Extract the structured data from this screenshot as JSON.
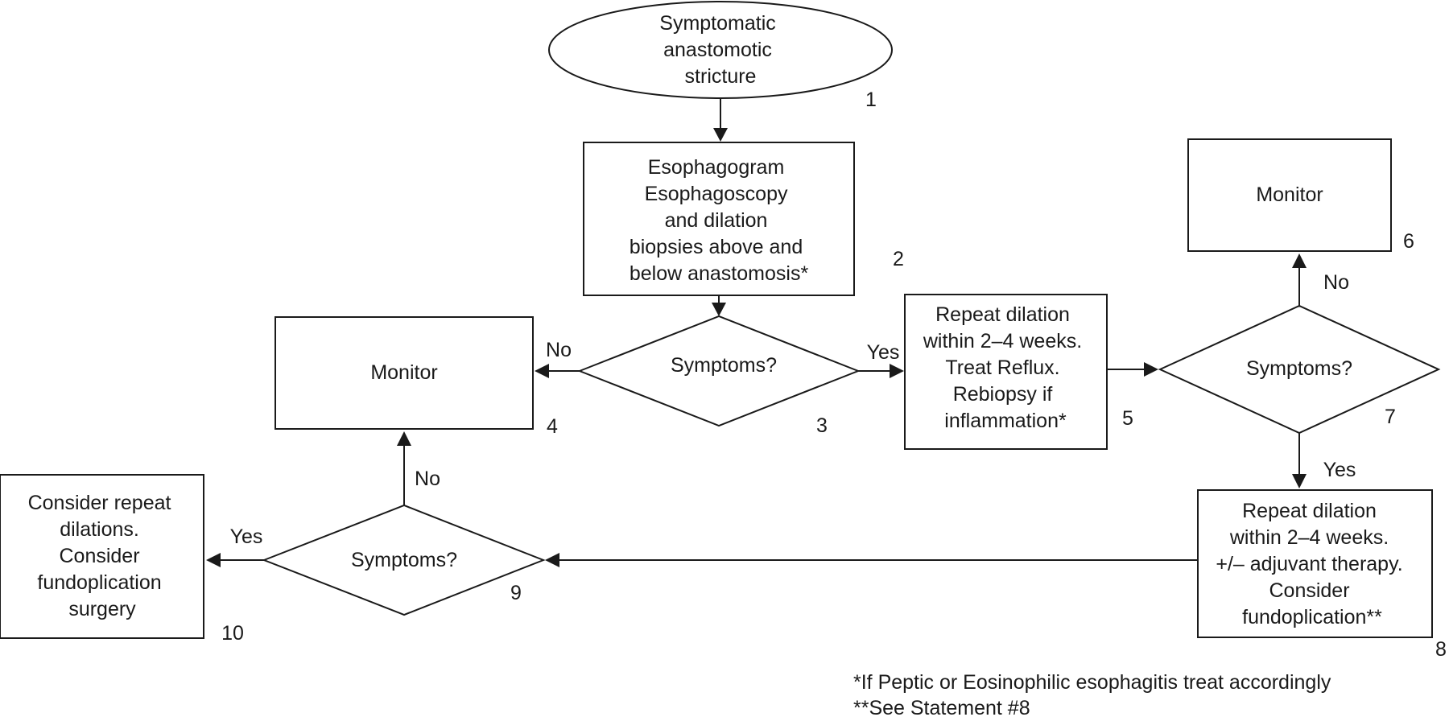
{
  "nodes": {
    "n1": {
      "lines": [
        "Symptomatic",
        "anastomotic",
        "stricture"
      ],
      "number": "1"
    },
    "n2": {
      "lines": [
        "Esophagogram",
        "Esophagoscopy",
        "and dilation",
        "biopsies above and",
        "below anastomosis*"
      ],
      "number": "2"
    },
    "n3": {
      "lines": [
        "Symptoms?"
      ],
      "number": "3"
    },
    "n4": {
      "lines": [
        "Monitor"
      ],
      "number": "4"
    },
    "n5": {
      "lines": [
        "Repeat dilation",
        "within 2–4 weeks.",
        "Treat Reflux.",
        "Rebiopsy if",
        "inflammation*"
      ],
      "number": "5"
    },
    "n6": {
      "lines": [
        "Monitor"
      ],
      "number": "6"
    },
    "n7": {
      "lines": [
        "Symptoms?"
      ],
      "number": "7"
    },
    "n8": {
      "lines": [
        "Repeat dilation",
        "within 2–4 weeks.",
        "+/– adjuvant therapy.",
        "Consider",
        "fundoplication**"
      ],
      "number": "8"
    },
    "n9": {
      "lines": [
        "Symptoms?"
      ],
      "number": "9"
    },
    "n10": {
      "lines": [
        "Consider repeat",
        "dilations.",
        "Consider",
        "fundoplication",
        "surgery"
      ],
      "number": "10"
    }
  },
  "edge_labels": {
    "n3_no": "No",
    "n3_yes": "Yes",
    "n7_no": "No",
    "n7_yes": "Yes",
    "n9_no": "No",
    "n9_yes": "Yes"
  },
  "footnotes": [
    "*If Peptic or Eosinophilic esophagitis treat accordingly",
    "**See Statement #8"
  ]
}
